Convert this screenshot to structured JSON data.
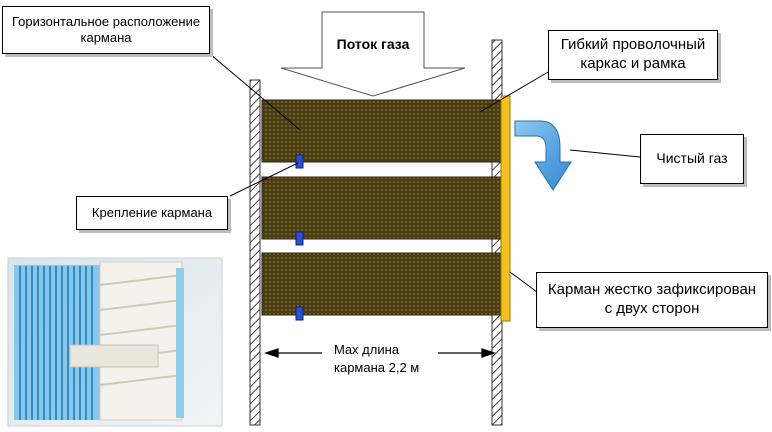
{
  "labels": {
    "horizontal_pocket_line1": "Горизонтальное расположение",
    "horizontal_pocket_line2": "кармана",
    "gas_flow": "Поток газа",
    "wire_frame_line1": "Гибкий проволочный",
    "wire_frame_line2": "каркас и рамка",
    "clean_gas": "Чистый газ",
    "pocket_mount": "Крепление кармана",
    "pocket_fixed_line1": "Карман жестко зафиксирован",
    "pocket_fixed_line2": "с двух сторон",
    "max_length_line1": "Max длина",
    "max_length_line2": "кармана 2,2 м"
  },
  "colors": {
    "pocket_fill": "#4a3d14",
    "pocket_mesh": "#8a7a3a",
    "frame_yellow": "#f2c21b",
    "clip_blue": "#2a4fd6",
    "clean_gas_arrow": "#5aa7e6",
    "wall_hatch": "#555555"
  }
}
